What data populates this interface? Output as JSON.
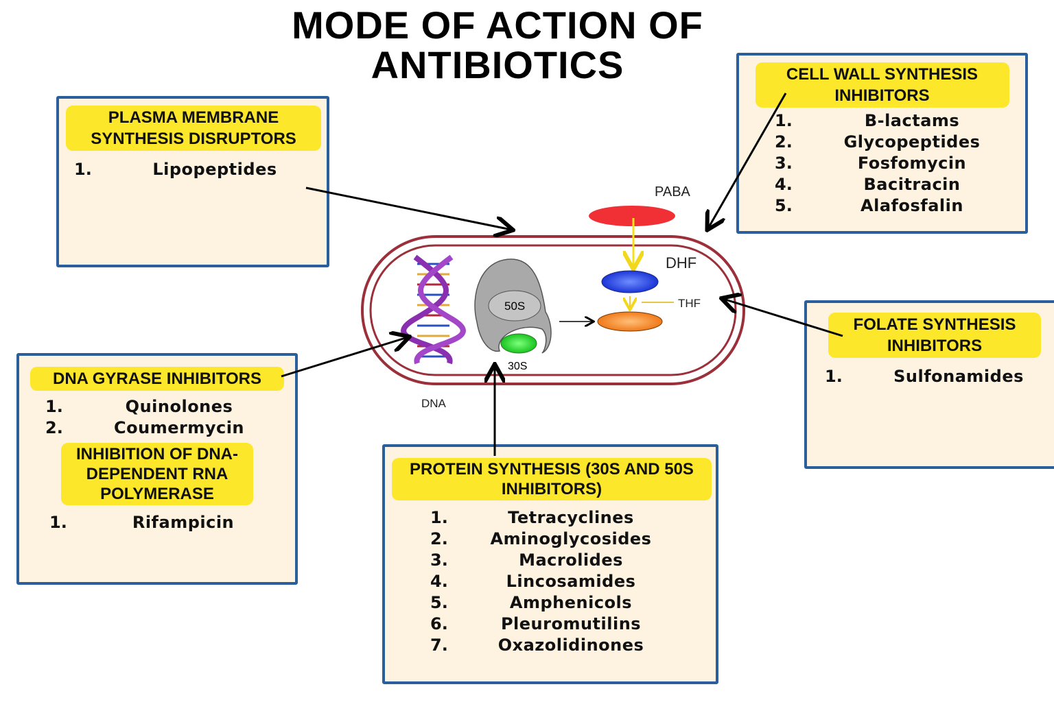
{
  "title": "MODE OF ACTION OF ANTIBIOTICS",
  "diagram_labels": {
    "paba": "PABA",
    "dhf": "DHF",
    "thf": "THF",
    "dna": "DNA",
    "s50": "50S",
    "s30": "30S"
  },
  "plasma": {
    "heading": "Plasma membrane synthesis disruptors",
    "items": [
      {
        "n": "1.",
        "name": "Lipopeptides"
      }
    ]
  },
  "cellwall": {
    "heading": "Cell wall synthesis inhibitors",
    "items": [
      {
        "n": "1.",
        "name": "B-lactams"
      },
      {
        "n": "2.",
        "name": "Glycopeptides"
      },
      {
        "n": "3.",
        "name": "Fosfomycin"
      },
      {
        "n": "4.",
        "name": "Bacitracin"
      },
      {
        "n": "5.",
        "name": "Alafosfalin"
      }
    ]
  },
  "dna": {
    "heading": "DNA gyrase inhibitors",
    "items": [
      {
        "n": "1.",
        "name": "Quinolones"
      },
      {
        "n": "2.",
        "name": "Coumermycin"
      }
    ],
    "heading2": "Inhibition of DNA-dependent RNA polymerase",
    "items2": [
      {
        "n": "1.",
        "name": "Rifampicin"
      }
    ]
  },
  "protein": {
    "heading": "Protein synthesis (30S and 50S inhibitors)",
    "items": [
      {
        "n": "1.",
        "name": "Tetracyclines"
      },
      {
        "n": "2.",
        "name": "Aminoglycosides"
      },
      {
        "n": "3.",
        "name": "Macrolides"
      },
      {
        "n": "4.",
        "name": "Lincosamides"
      },
      {
        "n": "5.",
        "name": "Amphenicols"
      },
      {
        "n": "6.",
        "name": "Pleuromutilins"
      },
      {
        "n": "7.",
        "name": "Oxazolidinones"
      }
    ]
  },
  "folate": {
    "heading": "Folate synthesis inhibitors",
    "items": [
      {
        "n": "1.",
        "name": "Sulfonamides"
      }
    ]
  },
  "colors": {
    "box_bg": "#fdf3e0",
    "box_border": "#2a5f9c",
    "highlight": "#fde72a",
    "membrane": "#9b2f3a"
  }
}
